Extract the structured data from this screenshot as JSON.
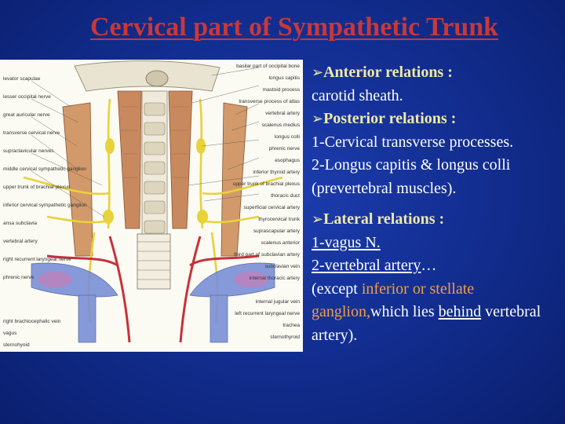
{
  "title": "Cervical part of Sympathetic Trunk",
  "figure": {
    "labels_left": [
      "levator scapulae",
      "lesser occipital nerve",
      "great auricular nerve",
      "transverse cervical nerve",
      "supraclavicular nerves",
      "middle cervical sympathetic ganglion",
      "upper trunk of brachial plexus",
      "inferior cervical sympathetic ganglion",
      "ansa subclavia",
      "vertebral artery",
      "right recurrent laryngeal nerve",
      "phrenic nerve",
      "right brachiocephalic vein",
      "vagus",
      "sternohyoid"
    ],
    "labels_right": [
      "basilar part of occipital bone",
      "longus capitis",
      "mastoid process",
      "transverse process of atlas",
      "vertebral artery",
      "scalenus medius",
      "longus colli",
      "phrenic nerve",
      "esophagus",
      "inferior thyroid artery",
      "upper trunk of brachial plexus",
      "thoracic duct",
      "superficial cervical artery",
      "thyrocervical trunk",
      "suprascapular artery",
      "scalenus anterior",
      "third part of subclavian artery",
      "subclavian vein",
      "internal thoracic artery",
      "internal jugular vein",
      "left recurrent laryngeal nerve",
      "trachea",
      "sternothyroid"
    ]
  },
  "content": {
    "bullet_glyph": "➢",
    "anterior_heading": "Anterior relations :",
    "anterior_text": "carotid sheath.",
    "posterior_heading": "Posterior relations :",
    "posterior_item1": "1-Cervical transverse processes.",
    "posterior_item2": "2-Longus capitis & longus colli (prevertebral muscles).",
    "lateral_heading": "Lateral relations :",
    "lateral_item1": "1-vagus N.",
    "lateral_item2": "2-vertebral artery",
    "lateral_item2_suffix": "…",
    "note_open": "(except ",
    "note_highlight": "inferior or  stellate ganglion,",
    "note_mid": "which lies ",
    "note_behind": "behind",
    "note_end": " vertebral artery)."
  },
  "colors": {
    "background": "#132f93",
    "title": "#c8383a",
    "heading": "#f0e9a6",
    "body_text": "#ffffff",
    "highlight": "#f0a040"
  }
}
